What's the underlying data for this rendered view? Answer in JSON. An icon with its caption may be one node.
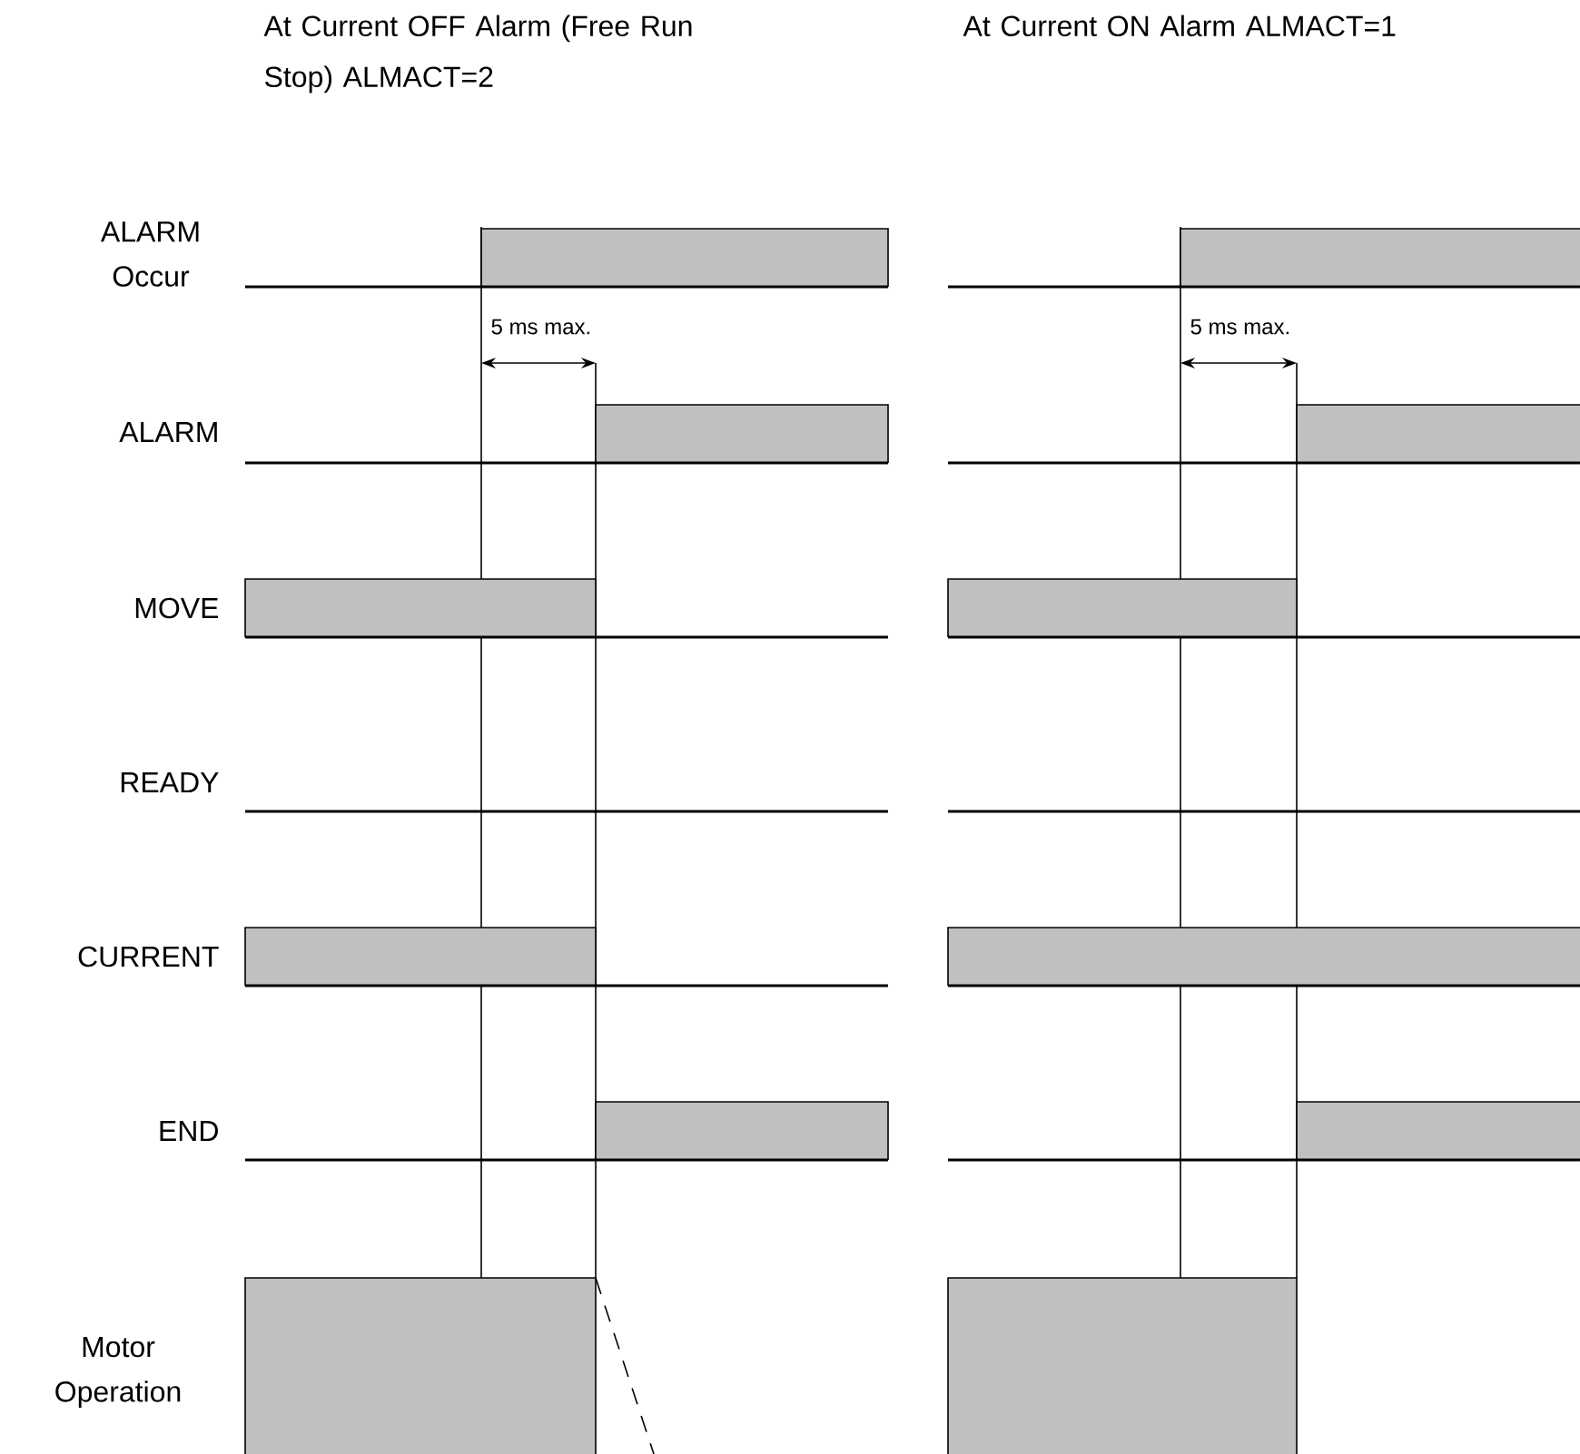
{
  "diagram": {
    "labels": [
      "At Current OFF Alarm (Free Run Stop) ALMACT=2",
      "At Current ON Alarm ALMACT=1",
      "ALARM Occur",
      "5 ms max.",
      "5 ms max.",
      "ALARM",
      "MOVE",
      "READY",
      "CURRENT",
      "END",
      "Motor Operation"
    ]
  }
}
